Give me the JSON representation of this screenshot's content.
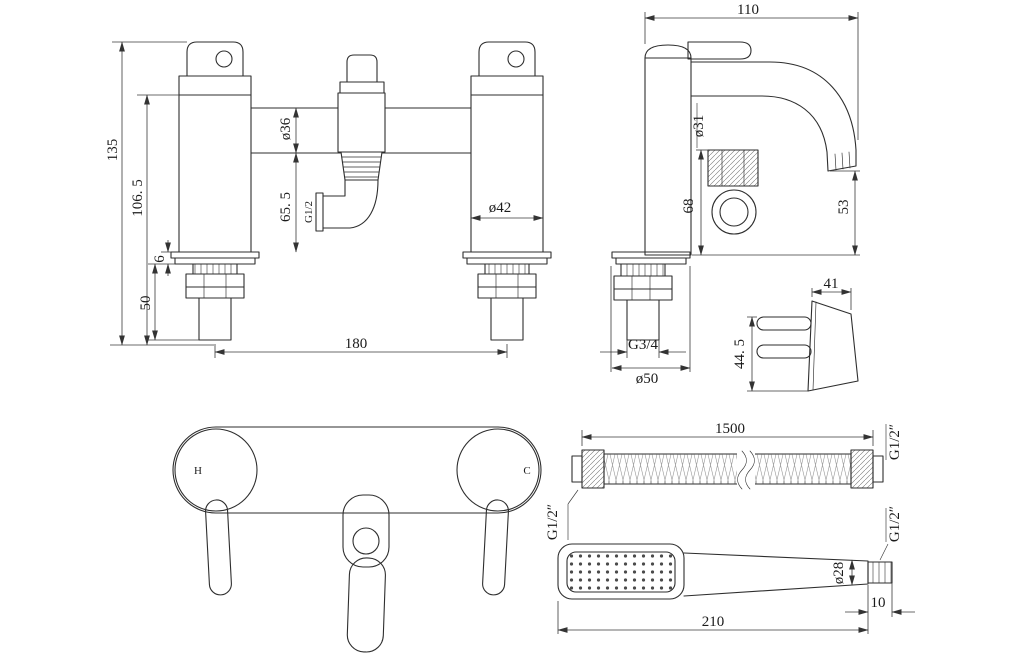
{
  "sheet": {
    "background": "#ffffff",
    "line_color": "#2e2e2e"
  },
  "front_view": {
    "dims": {
      "overall_height": "135",
      "body_height": "106. 5",
      "tube_diameter": "ø36",
      "outlet_drop": "65. 5",
      "outlet_thread": "G1/2",
      "flange_thickness": "6",
      "shank_length": "50",
      "hole_centres": "180",
      "pillar_diameter": "ø42"
    }
  },
  "side_view": {
    "dims": {
      "projection": "110",
      "body_diameter": "ø31",
      "deck_to_outlet": "68",
      "spout_height": "53",
      "shank_thread": "G3/4",
      "base_diameter": "ø50"
    }
  },
  "bracket_view": {
    "dims": {
      "width": "41",
      "height": "44. 5"
    }
  },
  "handle_view": {
    "hot_marker": "H",
    "cold_marker": "C"
  },
  "hose_view": {
    "dims": {
      "length": "1500",
      "outlet_connection": "G1/2″",
      "inlet_connection": "G1/2″"
    }
  },
  "handset_view": {
    "dims": {
      "handle_diameter": "ø28",
      "length": "210",
      "thread_length": "10",
      "connection": "G1/2″"
    }
  }
}
